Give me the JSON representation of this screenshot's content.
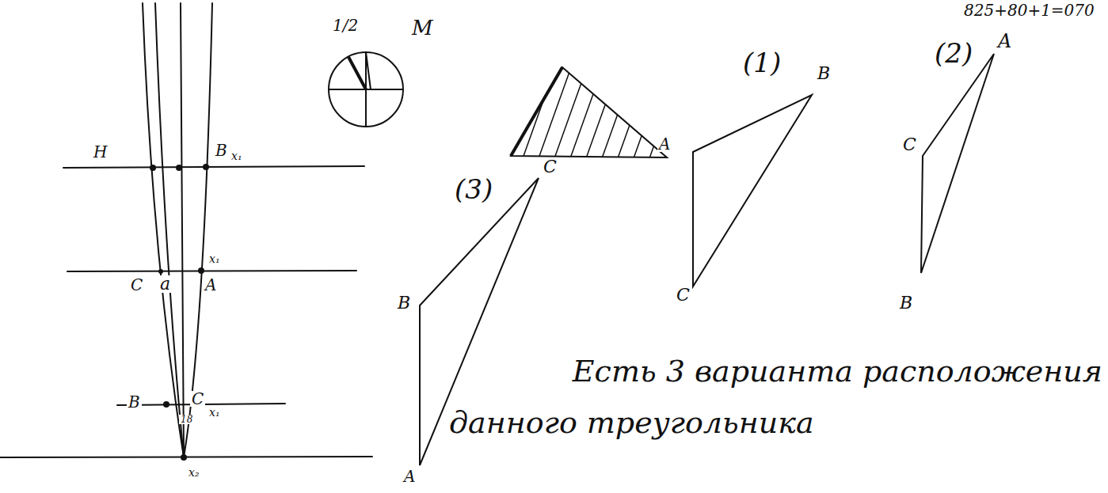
{
  "diagram": {
    "labels": [
      "825+80+1=070",
      "H",
      "B",
      "x₁",
      "C",
      "a",
      "x₁",
      "A",
      "B",
      "C",
      "x₁",
      "18",
      "x₂",
      "1/2",
      "M",
      "A",
      "(1)",
      "B",
      "C",
      "(2)",
      "A",
      "C",
      "B",
      "(3)",
      "C",
      "B",
      "A",
      "Есть 3 варианта расположения",
      "данного треугольника"
    ]
  }
}
